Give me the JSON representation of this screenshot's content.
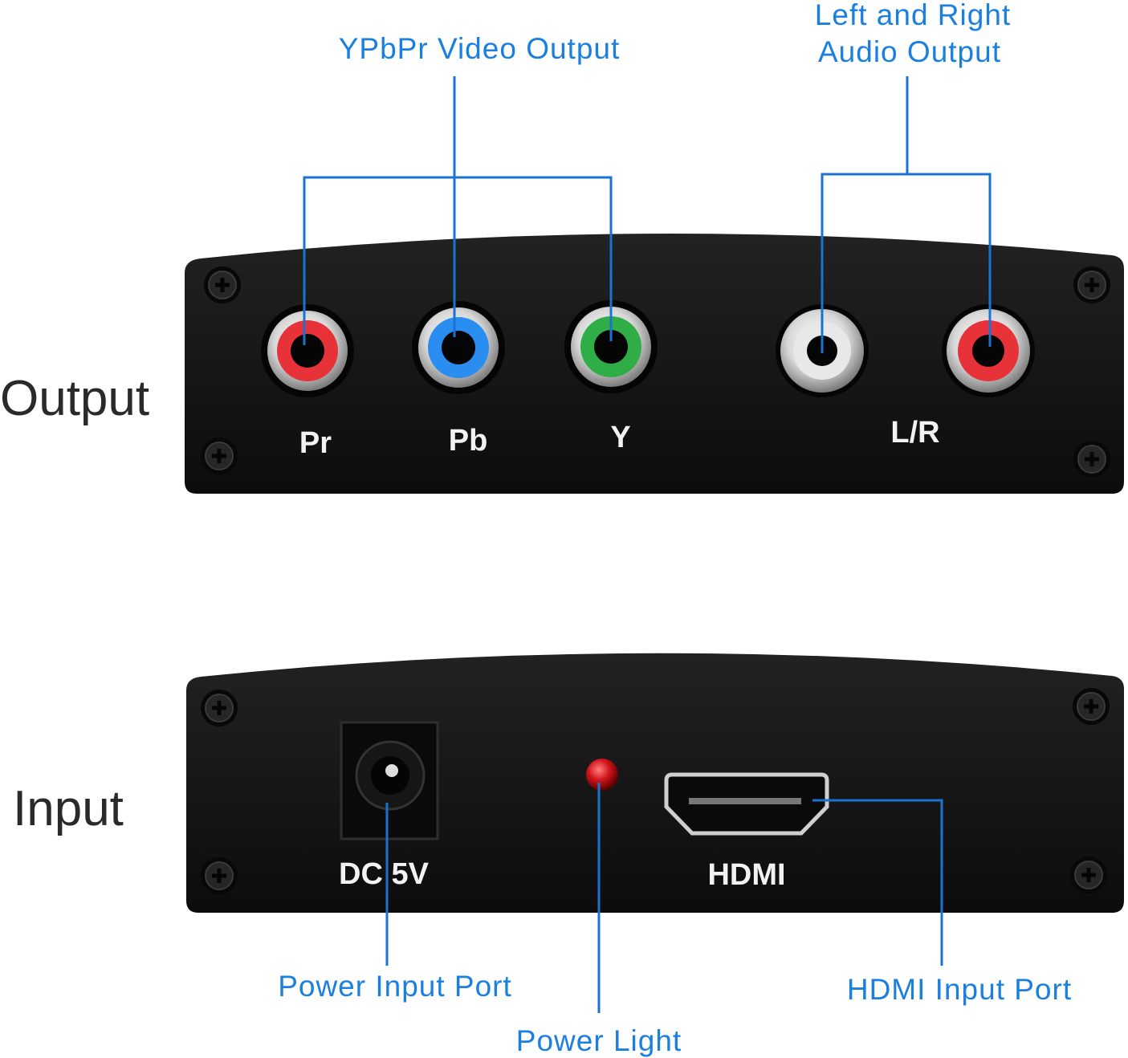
{
  "colors": {
    "callout": "#1b7fe0",
    "leader": "#1a73d0",
    "panel": "#141414",
    "jack_red": "#e8323a",
    "jack_blue": "#2a8ef0",
    "jack_green": "#2fae48",
    "jack_white": "#e8e8e8",
    "led": "#d0151b"
  },
  "side_labels": {
    "output": "Output",
    "input": "Input"
  },
  "output_panel": {
    "jacks": [
      {
        "label": "Pr",
        "color": "red"
      },
      {
        "label": "Pb",
        "color": "blue"
      },
      {
        "label": "Y",
        "color": "green"
      },
      {
        "color": "white"
      },
      {
        "color": "red"
      }
    ],
    "audio_label": "L/R"
  },
  "input_panel": {
    "dc_label": "DC 5V",
    "hdmi_label": "HDMI"
  },
  "callouts": {
    "ypbpr": "YPbPr Video Output",
    "audio_line1": "Left and Right",
    "audio_line2": "Audio Output",
    "power_port": "Power Input Port",
    "power_light": "Power Light",
    "hdmi_port": "HDMI Input Port"
  }
}
